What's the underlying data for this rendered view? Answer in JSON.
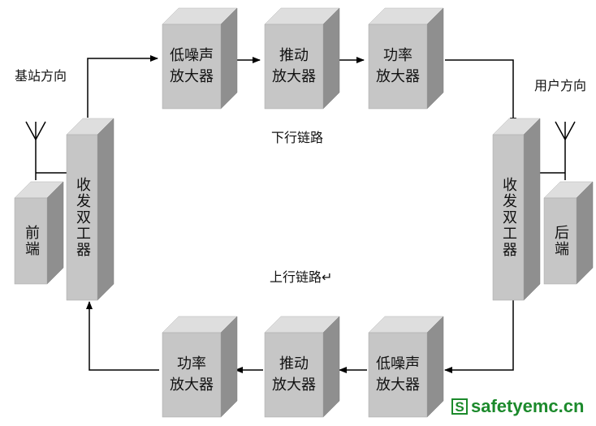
{
  "labels": {
    "base_station_direction": "基站方向",
    "user_direction": "用户方向",
    "downlink": "下行链路",
    "uplink": "上行链路↵"
  },
  "blocks": {
    "down_lna": [
      "低噪声",
      "放大器"
    ],
    "down_driver": [
      "推动",
      "放大器"
    ],
    "down_pa": [
      "功率",
      "放大器"
    ],
    "up_pa": [
      "功率",
      "放大器"
    ],
    "up_driver": [
      "推动",
      "放大器"
    ],
    "up_lna": [
      "低噪声",
      "放大器"
    ],
    "duplexer_left": "收发双工器",
    "duplexer_right": "收发双工器",
    "front_end": "前端",
    "back_end": "后端"
  },
  "watermark": {
    "logo_letter": "S",
    "text": "safetyemc.cn"
  },
  "colors": {
    "face": "#c6c6c6",
    "top": "#dedede",
    "side": "#8f8f8f",
    "wire": "#000000",
    "brand": "#1c8a2c"
  }
}
